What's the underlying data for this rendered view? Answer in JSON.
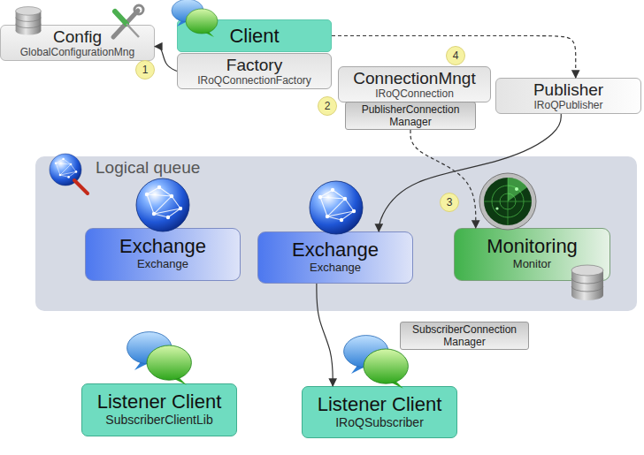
{
  "diagram": {
    "nodes": [
      {
        "text": [
          "Config",
          "GlobalConfigurationMng"
        ]
      },
      {
        "text": [
          "Client"
        ]
      },
      {
        "text": [
          "Factory",
          "IRoQConnectionFactory"
        ]
      },
      {
        "text": [
          "ConnectionMngt",
          "IRoQConnection"
        ]
      },
      {
        "text": [
          "Publisher",
          "IRoQPublisher"
        ]
      },
      {
        "text": [
          "PublisherConnection Manager"
        ]
      },
      {
        "text": [
          "Logical queue"
        ]
      },
      {
        "text": [
          "Exchange",
          "Exchange"
        ],
        "in": 6
      },
      {
        "text": [
          "Exchange",
          "Exchange"
        ],
        "in": 6
      },
      {
        "text": [
          "Monitoring",
          "Monitor"
        ],
        "in": 6
      },
      {
        "text": [
          "SubscriberConnection Manager"
        ]
      },
      {
        "text": [
          "Listener Client",
          "SubscriberClientLib"
        ]
      },
      {
        "text": [
          "Listener Client",
          "IRoQSubscriber"
        ]
      }
    ],
    "edges": [
      {
        "from": 2,
        "to": 0,
        "arrow": "to"
      },
      {
        "from": 1,
        "to": 4,
        "arrow": "to"
      },
      {
        "from": 4,
        "to": 8,
        "arrow": "to"
      },
      {
        "from": 5,
        "to": 9,
        "arrow": "to"
      },
      {
        "from": 8,
        "to": 12,
        "arrow": "to"
      }
    ],
    "labels": [
      "1",
      "2",
      "3",
      "4"
    ]
  }
}
